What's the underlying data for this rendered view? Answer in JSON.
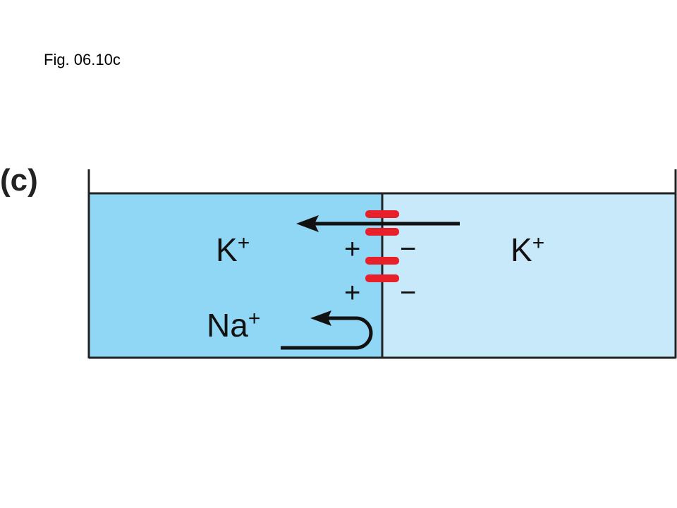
{
  "caption": "Fig. 06.10c",
  "panel_label": "(c)",
  "colors": {
    "left_compartment": "#8fd7f5",
    "right_compartment": "#c8e9fa",
    "outline": "#222222",
    "channel": "#e8202a",
    "arrow": "#111111"
  },
  "left": {
    "ion_k": "K",
    "ion_k_sup": "+",
    "ion_na": "Na",
    "ion_na_sup": "+",
    "charges": [
      "+",
      "+"
    ]
  },
  "right": {
    "ion_k": "K",
    "ion_k_sup": "+",
    "charges": [
      "−",
      "−"
    ]
  },
  "arrows": [
    {
      "name": "k-flux-arrow",
      "direction": "right-to-left"
    },
    {
      "name": "na-return-arrow",
      "direction": "u-turn-left"
    }
  ]
}
